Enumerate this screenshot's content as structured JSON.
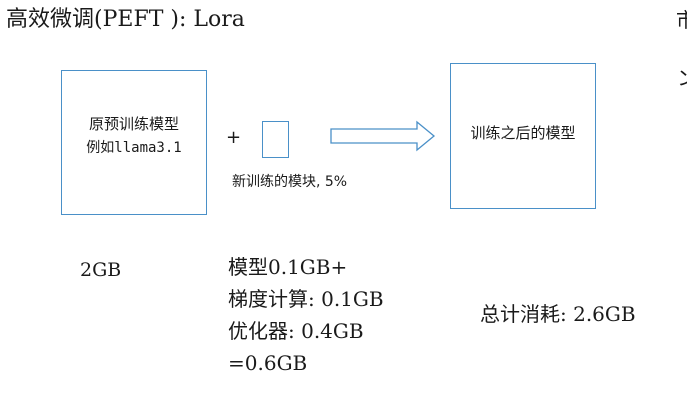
{
  "title": "高效微调(PEFT ): Lora",
  "edge_chars": [
    "市",
    "ン"
  ],
  "diagram": {
    "base_model": {
      "line1": "原预训练模型",
      "line2": "例如llama3.1"
    },
    "plus_sign": "+",
    "new_module_label": "新训练的模块, 5%",
    "result_model": "训练之后的模型"
  },
  "memory": {
    "base_size": "2GB",
    "breakdown": [
      "模型0.1GB+",
      "梯度计算: 0.1GB",
      "优化器: 0.4GB",
      "=0.6GB"
    ],
    "total": "总计消耗: 2.6GB"
  },
  "colors": {
    "box_border": "#4a90c8",
    "arrow": "#4a90c8",
    "text": "#1a1a1a"
  }
}
